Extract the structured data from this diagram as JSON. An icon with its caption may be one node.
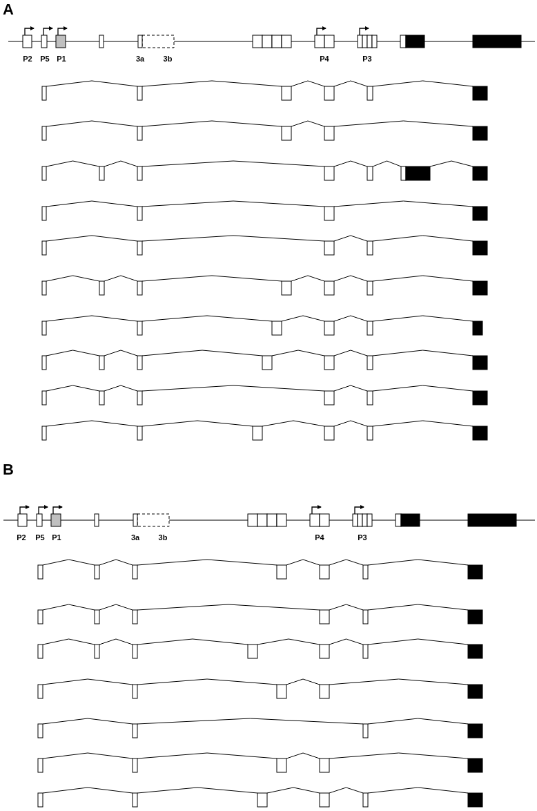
{
  "diagram": {
    "labels": [
      "A",
      "P2",
      "P5",
      "P1",
      "3a",
      "3b",
      "P4",
      "P3",
      "B",
      "P2",
      "P5",
      "P1",
      "3a",
      "3b",
      "P4",
      "P3"
    ]
  }
}
